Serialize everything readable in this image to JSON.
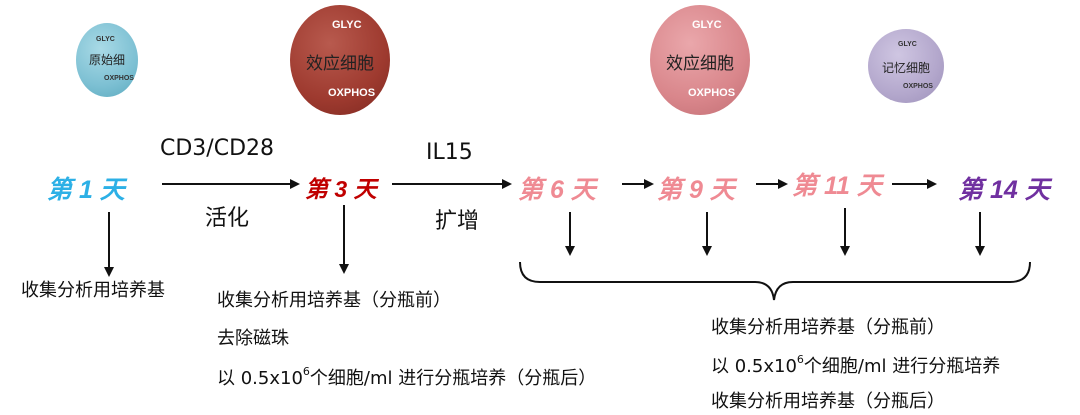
{
  "cells": [
    {
      "name": "原始细",
      "top": "GLYC",
      "bottom": "OXPHOS",
      "color": "#7dc0d3"
    },
    {
      "name": "效应细胞",
      "top": "GLYC",
      "bottom": "OXPHOS",
      "color": "#9e3a2f"
    },
    {
      "name": "效应细胞",
      "top": "GLYC",
      "bottom": "OXPHOS",
      "color": "#d9868b"
    },
    {
      "name": "记忆细胞",
      "top": "GLYC",
      "bottom": "OXPHOS",
      "color": "#b3a7cc"
    }
  ],
  "days": [
    {
      "label": "第 1 天",
      "color": "#2cb0e6"
    },
    {
      "label": "第 3 天",
      "color": "#c00000"
    },
    {
      "label": "第 6 天",
      "color": "#ef8a93"
    },
    {
      "label": "第 9 天",
      "color": "#ef8a93"
    },
    {
      "label": "第 11 天",
      "color": "#ef8a93"
    },
    {
      "label": "第 14 天",
      "color": "#7030a0"
    }
  ],
  "phases": {
    "activation_top": "CD3/CD28",
    "activation_bottom": "活化",
    "expansion_top": "IL15",
    "expansion_bottom": "扩增"
  },
  "notes": {
    "day1": "收集分析用培养基",
    "day3_line1": "收集分析用培养基（分瓶前）",
    "day3_line2": "去除磁珠",
    "day3_line3_pre": "以 0.5x10",
    "day3_line3_sup": "6",
    "day3_line3_post": "个细胞/ml 进行分瓶培养（分瓶后）",
    "group_line1": "收集分析用培养基（分瓶前）",
    "group_line2_pre": "以 0.5x10",
    "group_line2_sup": "6",
    "group_line2_post": "个细胞/ml 进行分瓶培养",
    "group_line3": "收集分析用培养基（分瓶后）"
  }
}
